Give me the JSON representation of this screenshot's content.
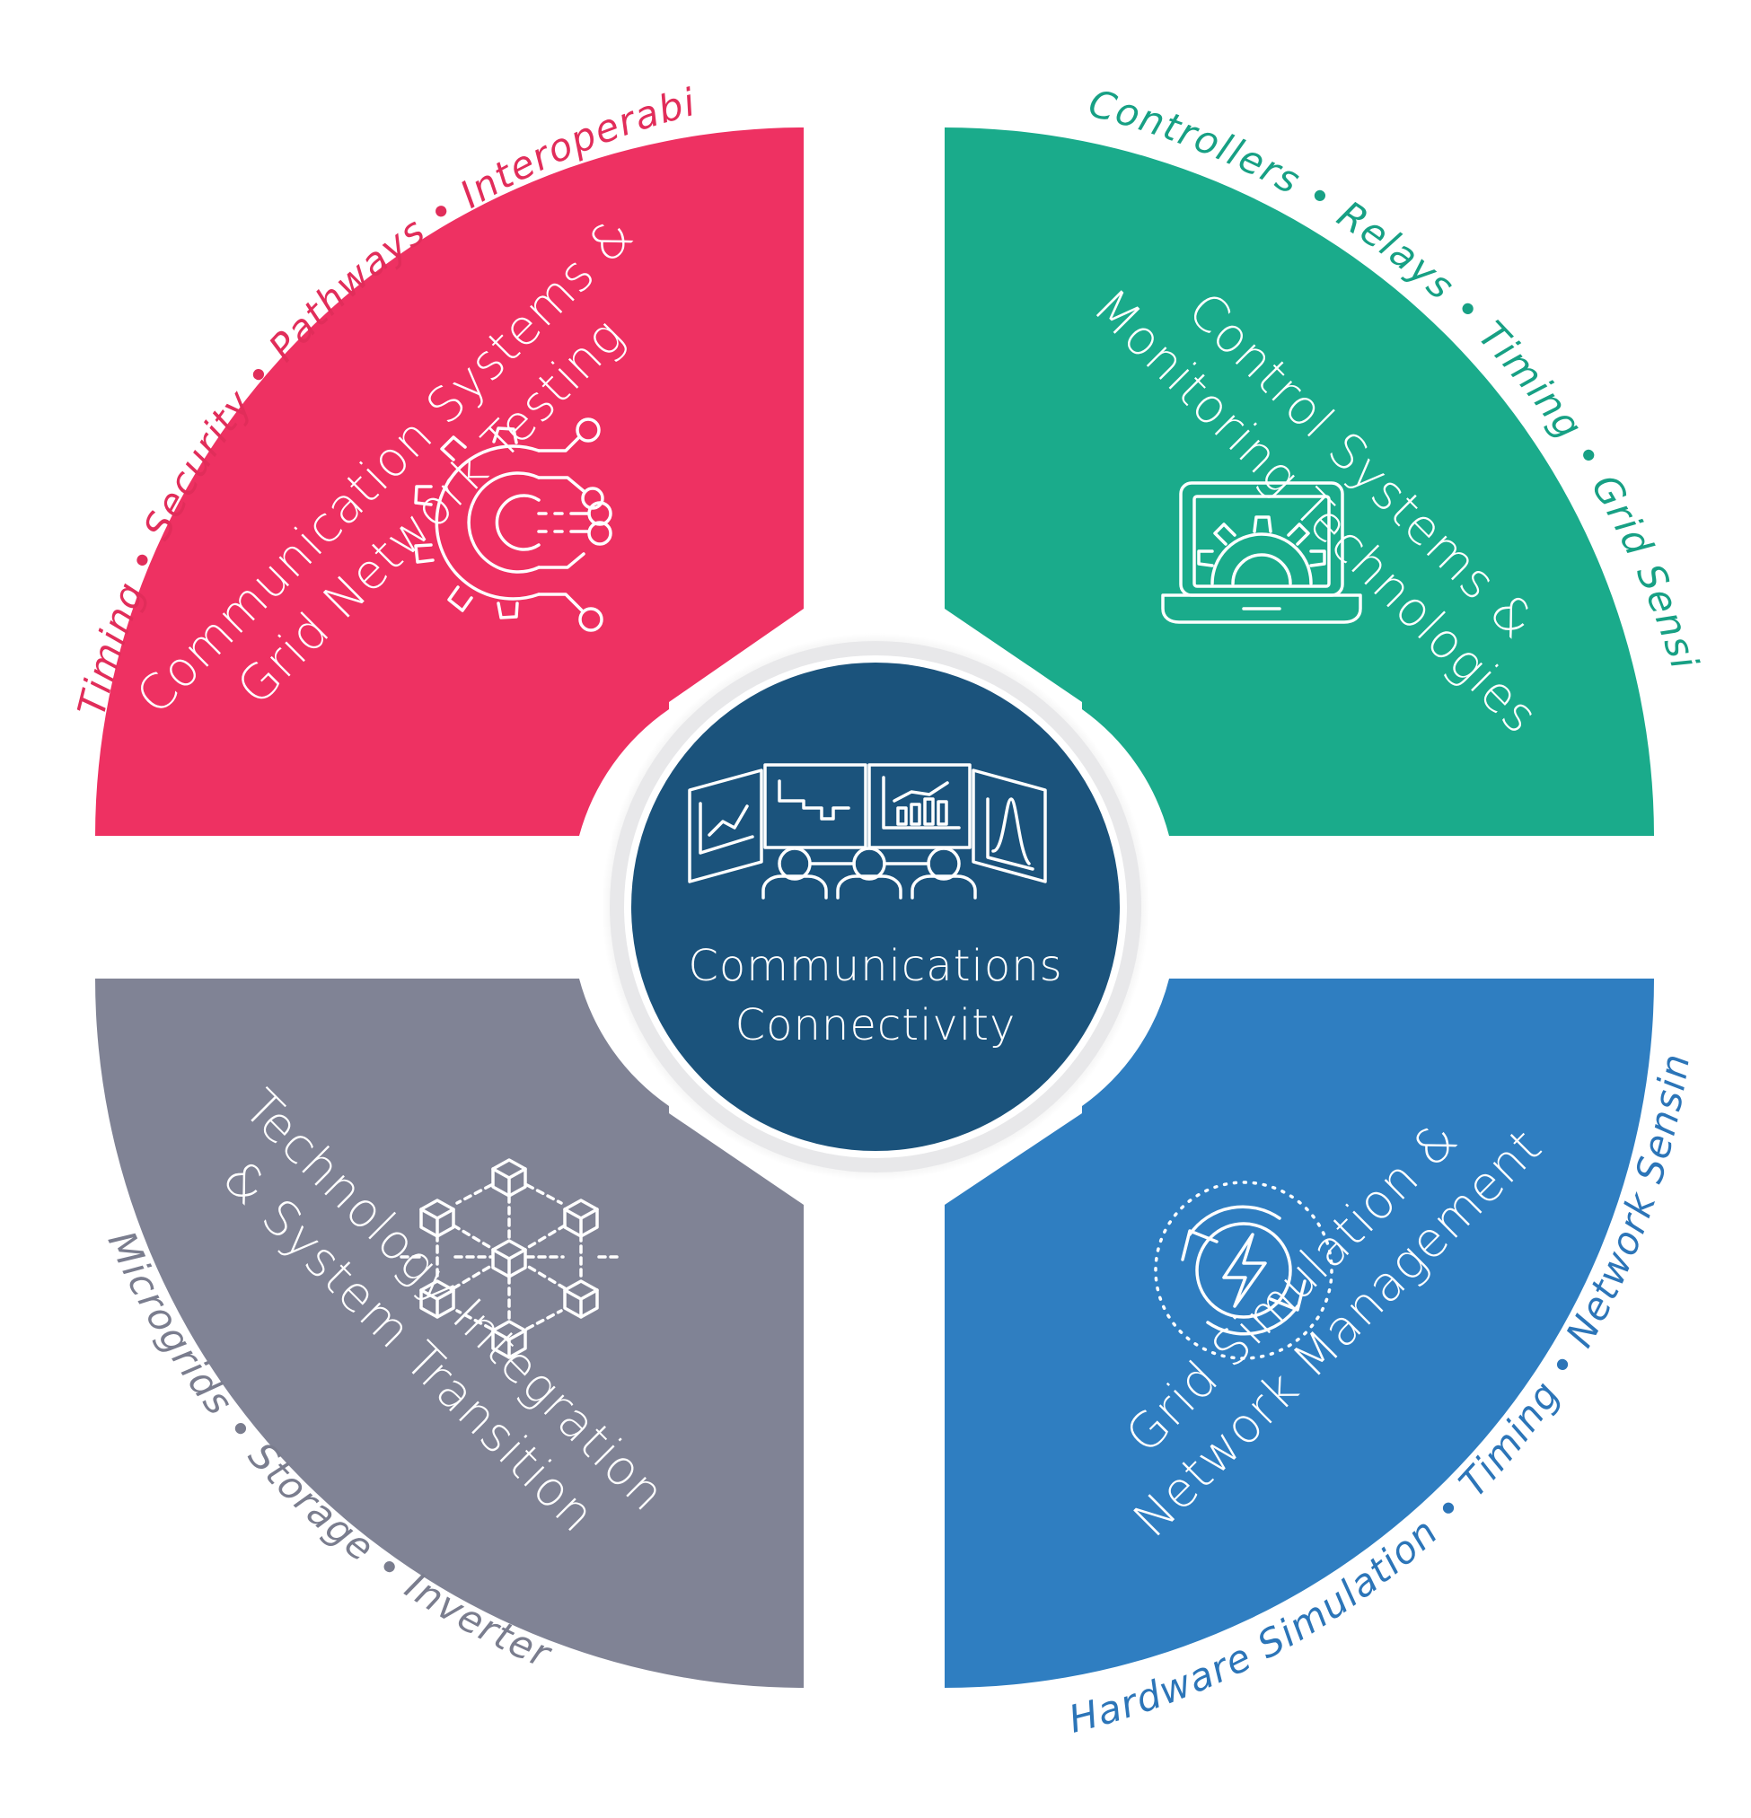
{
  "center": {
    "line1": "Communications",
    "line2": "Connectivity"
  },
  "quadrants": {
    "top_left": {
      "title_line1": "Communication Systems &",
      "title_line2": "Grid Network Testing",
      "tags": "Timing • Security • Pathways • Interoperability",
      "color": "#ee3162",
      "icon": "gear-circuit-icon"
    },
    "top_right": {
      "title_line1": "Control Systems &",
      "title_line2": "Monitoring Technologies",
      "tags": "Controllers • Relays • Timing • Grid Sensing",
      "color": "#1aab8b",
      "icon": "laptop-gear-icon"
    },
    "bottom_left": {
      "title_line1": "Technology Integration",
      "title_line2": "& System Transition",
      "tags": "Microgrids • Storage • Inverters",
      "color": "#808395",
      "icon": "cube-network-icon"
    },
    "bottom_right": {
      "title_line1": "Grid Simulation &",
      "title_line2": "Network Management",
      "tags": "Hardware Simulation • Timing • Network Sensing",
      "color": "#2f7ec1",
      "icon": "energy-cycle-icon"
    }
  },
  "colors": {
    "center_circle": "#1b537c",
    "ring": "#e8e8ea",
    "tl_tag": "#e12d5a",
    "tr_tag": "#17a084",
    "bl_tag": "#7a7d8e",
    "br_tag": "#2c75b8"
  }
}
